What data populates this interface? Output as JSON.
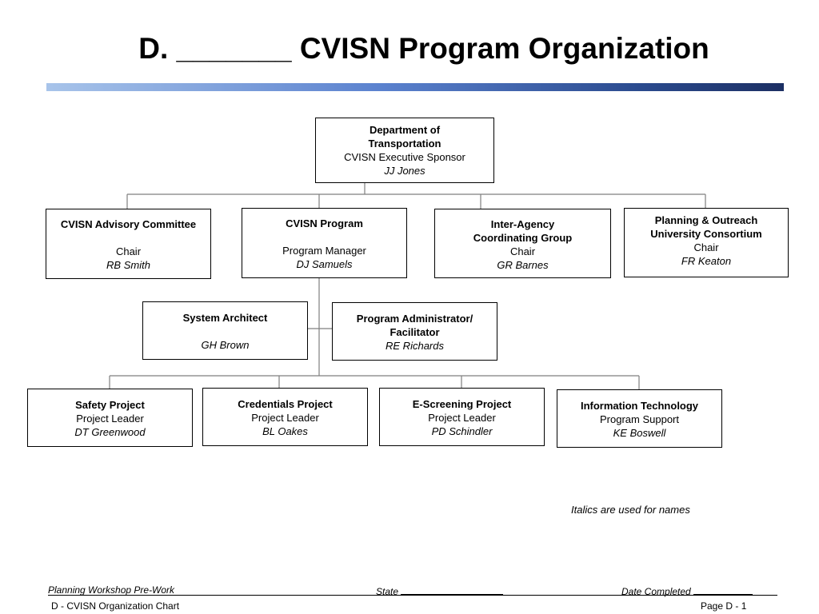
{
  "title": "D.  _______ CVISN Program Organization",
  "org": {
    "dot": {
      "line1": "Department of",
      "line2": "Transportation",
      "role": "CVISN Executive Sponsor",
      "name": "JJ Jones"
    },
    "advisory": {
      "title": "CVISN Advisory Committee",
      "role": "Chair",
      "name": "RB Smith"
    },
    "program": {
      "title": "CVISN Program",
      "role": "Program Manager",
      "name": "DJ Samuels"
    },
    "interagency": {
      "line1": "Inter-Agency",
      "line2": "Coordinating Group",
      "role": "Chair",
      "name": "GR Barnes"
    },
    "planning": {
      "line1": "Planning & Outreach",
      "line2": "University Consortium",
      "role": "Chair",
      "name": "FR Keaton"
    },
    "architect": {
      "title": "System Architect",
      "name": "GH Brown"
    },
    "admin": {
      "line1": "Program Administrator/",
      "line2": "Facilitator",
      "name": "RE Richards"
    },
    "safety": {
      "title": "Safety Project",
      "role": "Project Leader",
      "name": "DT Greenwood"
    },
    "credentials": {
      "title": "Credentials Project",
      "role": "Project Leader",
      "name": "BL Oakes"
    },
    "escreening": {
      "title": "E-Screening Project",
      "role": "Project Leader",
      "name": "PD Schindler"
    },
    "it": {
      "title": "Information Technology",
      "role": "Program Support",
      "name": "KE Boswell"
    }
  },
  "note": "Italics are used for names",
  "footer": {
    "workshop": "Planning Workshop Pre-Work",
    "state_label": "State",
    "date_label": "Date Completed",
    "chart_name": "D - CVISN Organization Chart",
    "page": "Page D - 1"
  }
}
